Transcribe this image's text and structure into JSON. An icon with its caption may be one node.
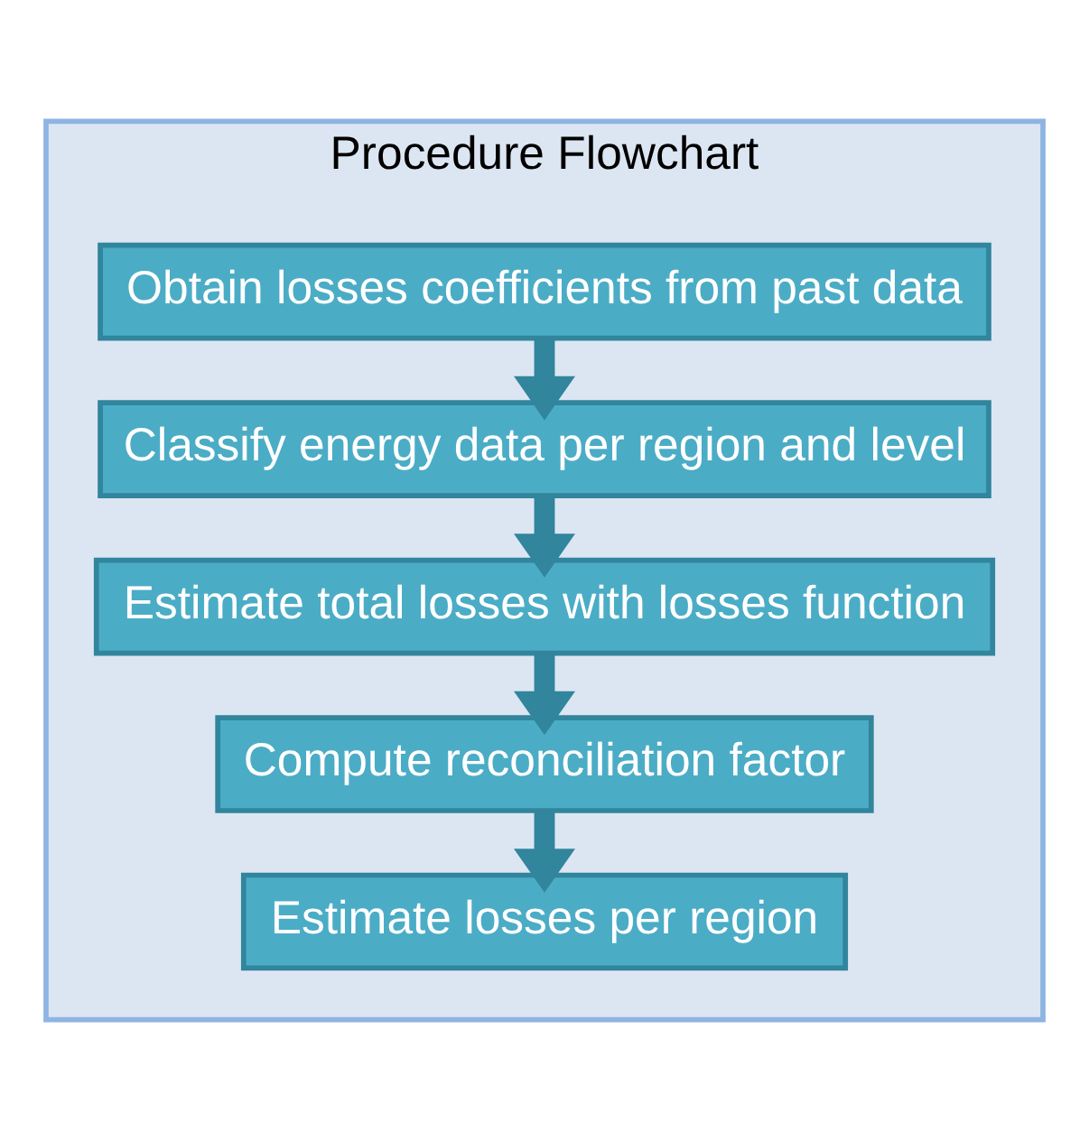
{
  "diagram": {
    "nodes": [
      {
        "text": [
          "Procedure Flowchart"
        ]
      },
      {
        "text": [
          "Obtain losses coefficients from past data"
        ],
        "in": 0
      },
      {
        "text": [
          "Classify energy data per region and level"
        ],
        "in": 0
      },
      {
        "text": [
          "Estimate total losses with losses function"
        ],
        "in": 0
      },
      {
        "text": [
          "Compute reconciliation factor"
        ],
        "in": 0
      },
      {
        "text": [
          "Estimate losses per region"
        ],
        "in": 0
      }
    ],
    "edges": [
      {
        "from": 1,
        "to": 2,
        "arrow": "to"
      },
      {
        "from": 2,
        "to": 3,
        "arrow": "to"
      },
      {
        "from": 3,
        "to": 4,
        "arrow": "to"
      },
      {
        "from": 4,
        "to": 5,
        "arrow": "to"
      }
    ]
  }
}
